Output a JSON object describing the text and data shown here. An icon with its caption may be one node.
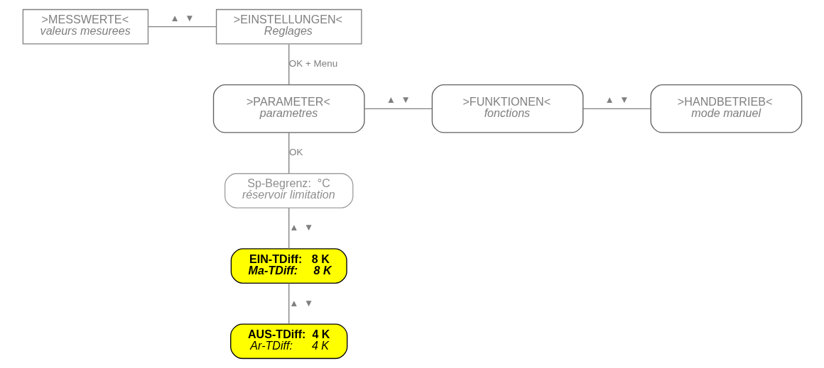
{
  "diagram": {
    "nodes": [
      {
        "text": [
          ">MESSWERTE<",
          "valeurs mesurees"
        ]
      },
      {
        "text": [
          ">EINSTELLUNGEN<",
          "Reglages"
        ]
      },
      {
        "text": [
          ">PARAMETER<",
          "parametres"
        ]
      },
      {
        "text": [
          ">FUNKTIONEN<",
          "fonctions"
        ]
      },
      {
        "text": [
          ">HANDBETRIEB<",
          "mode manuel"
        ]
      },
      {
        "text": [
          "Sp-Begrenz:  °C",
          "réservoir limitation"
        ]
      },
      {
        "text": [
          "EIN-TDiff:   8 K",
          "Ma-TDiff:     8 K"
        ]
      },
      {
        "text": [
          "AUS-TDiff:  4 K",
          "Ar-TDiff:      4 K"
        ]
      }
    ],
    "edges": [
      {
        "from": 0,
        "to": 1,
        "arrow": "none",
        "label": "▲  ▼"
      },
      {
        "from": 1,
        "to": 2,
        "arrow": "none",
        "label": "OK + Menu"
      },
      {
        "from": 2,
        "to": 3,
        "arrow": "none",
        "label": "▲  ▼"
      },
      {
        "from": 3,
        "to": 4,
        "arrow": "none",
        "label": "▲  ▼"
      },
      {
        "from": 2,
        "to": 5,
        "arrow": "none",
        "label": "OK"
      },
      {
        "from": 5,
        "to": 6,
        "arrow": "none",
        "label": "▲  ▼"
      },
      {
        "from": 6,
        "to": 7,
        "arrow": "none",
        "label": "▲  ▼"
      }
    ]
  }
}
